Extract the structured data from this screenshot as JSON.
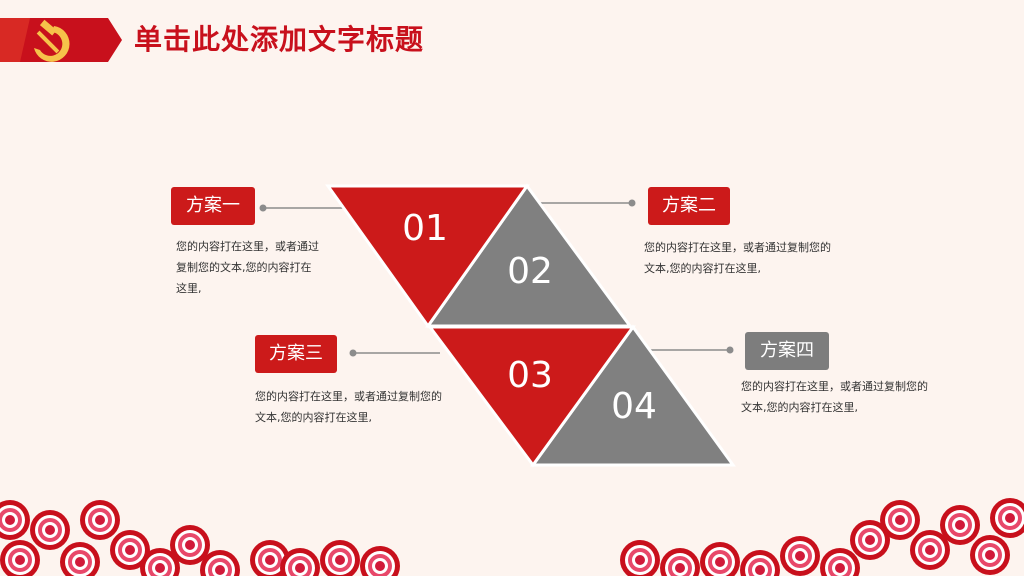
{
  "title": "单击此处添加文字标题",
  "colors": {
    "accent": "#cc1a1a",
    "gray": "#808080",
    "background": "#fdf4ef"
  },
  "items": [
    {
      "number": "01",
      "tag": "方案一",
      "text": "您的内容打在这里，或者通过复制您的文本,您的内容打在这里,"
    },
    {
      "number": "02",
      "tag": "方案二",
      "text": "您的内容打在这里，或者通过复制您的文本,您的内容打在这里,"
    },
    {
      "number": "03",
      "tag": "方案三",
      "text": "您的内容打在这里，或者通过复制您的文本,您的内容打在这里,"
    },
    {
      "number": "04",
      "tag": "方案四",
      "text": "您的内容打在这里，或者通过复制您的文本,您的内容打在这里,"
    }
  ],
  "icons": {
    "emblem": "hammer-sickle-icon"
  }
}
